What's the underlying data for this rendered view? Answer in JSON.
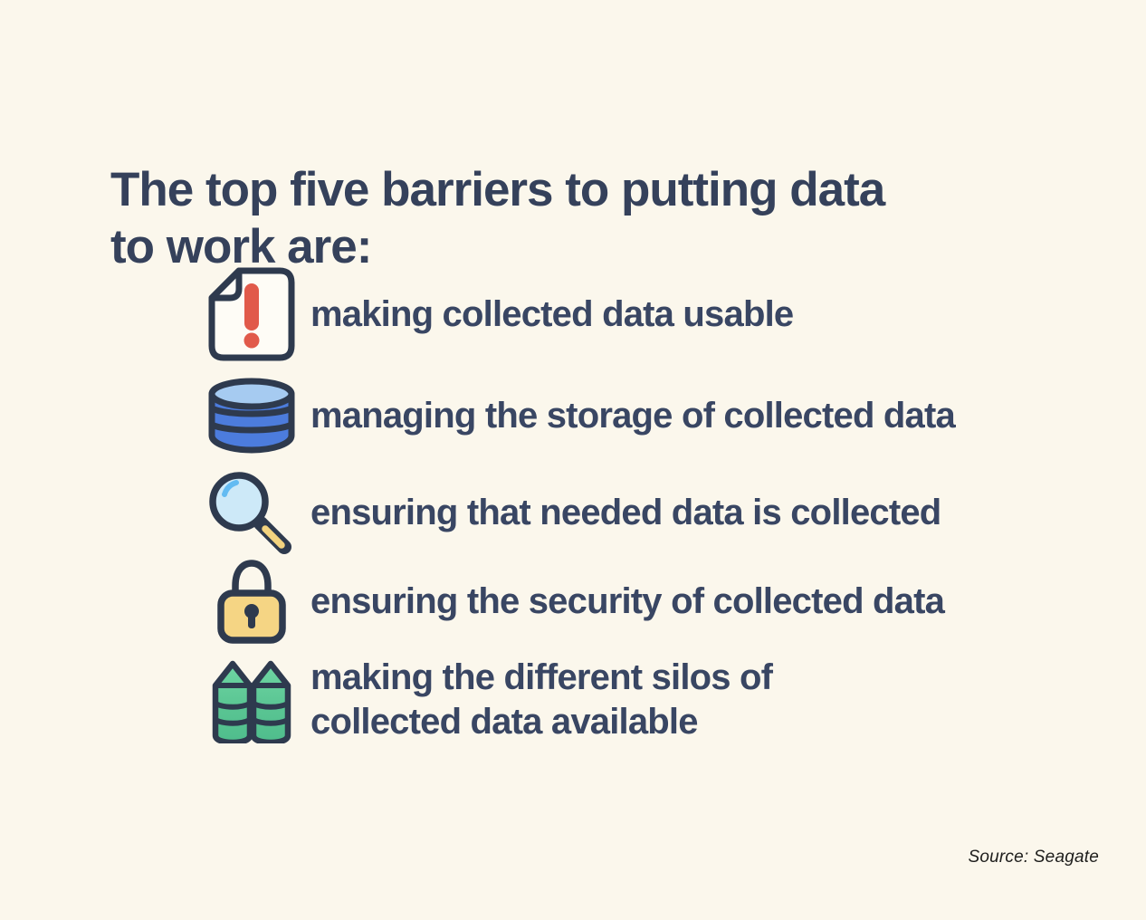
{
  "title": {
    "line1": "The top five barriers to putting data",
    "line2": "to work are:"
  },
  "items": [
    {
      "icon": "document-alert-icon",
      "lines": [
        "making collected data usable"
      ]
    },
    {
      "icon": "database-icon",
      "lines": [
        "managing the storage of collected data"
      ]
    },
    {
      "icon": "magnifying-glass-icon",
      "lines": [
        "ensuring that needed data is collected"
      ]
    },
    {
      "icon": "lock-icon",
      "lines": [
        "ensuring the security of collected data"
      ]
    },
    {
      "icon": "silos-icon",
      "lines": [
        "making the different silos of",
        "collected data available"
      ]
    }
  ],
  "source": "Source: Seagate",
  "colors": {
    "background": "#FBF7EC",
    "outline": "#2E3A4E",
    "title_text": "#35415B",
    "item_text": "#394663",
    "alert_red": "#E15A4B",
    "paper_white": "#FEFCF6",
    "database_blue": "#4C7CDD",
    "database_blue_light": "#A6CBF1",
    "lens_blue": "#CDE9F8",
    "lens_highlight_blue": "#63BBF2",
    "handle_yellow": "#F3D37F",
    "lock_yellow": "#F5D584",
    "silo_green": "#5AC593"
  }
}
